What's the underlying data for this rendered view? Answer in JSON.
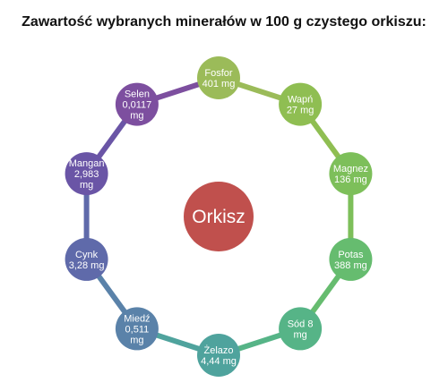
{
  "title": "Zawartość wybranych minerałów w 100 g czystego orkiszu:",
  "center": {
    "label": "Orkisz",
    "color": "#c0504d"
  },
  "nodes": [
    {
      "lines": [
        "Fosfor",
        "401 mg"
      ],
      "color": "#9bbb59"
    },
    {
      "lines": [
        "Wapń",
        "27 mg"
      ],
      "color": "#8fbe52"
    },
    {
      "lines": [
        "Magnez",
        "136 mg"
      ],
      "color": "#7dbf5a"
    },
    {
      "lines": [
        "Potas",
        "388 mg"
      ],
      "color": "#66bc6f"
    },
    {
      "lines": [
        "Sód 8",
        "mg"
      ],
      "color": "#56b487"
    },
    {
      "lines": [
        "Żelazo",
        "4,44 mg"
      ],
      "color": "#4fa39d"
    },
    {
      "lines": [
        "Miedź",
        "0,511",
        "mg"
      ],
      "color": "#5a82a9"
    },
    {
      "lines": [
        "Cynk",
        "3,28 mg"
      ],
      "color": "#5f6aaa"
    },
    {
      "lines": [
        "Mangan",
        "2,983",
        "mg"
      ],
      "color": "#6a55a6"
    },
    {
      "lines": [
        "Selen",
        "0,0117",
        "mg"
      ],
      "color": "#7d4f9f"
    }
  ]
}
